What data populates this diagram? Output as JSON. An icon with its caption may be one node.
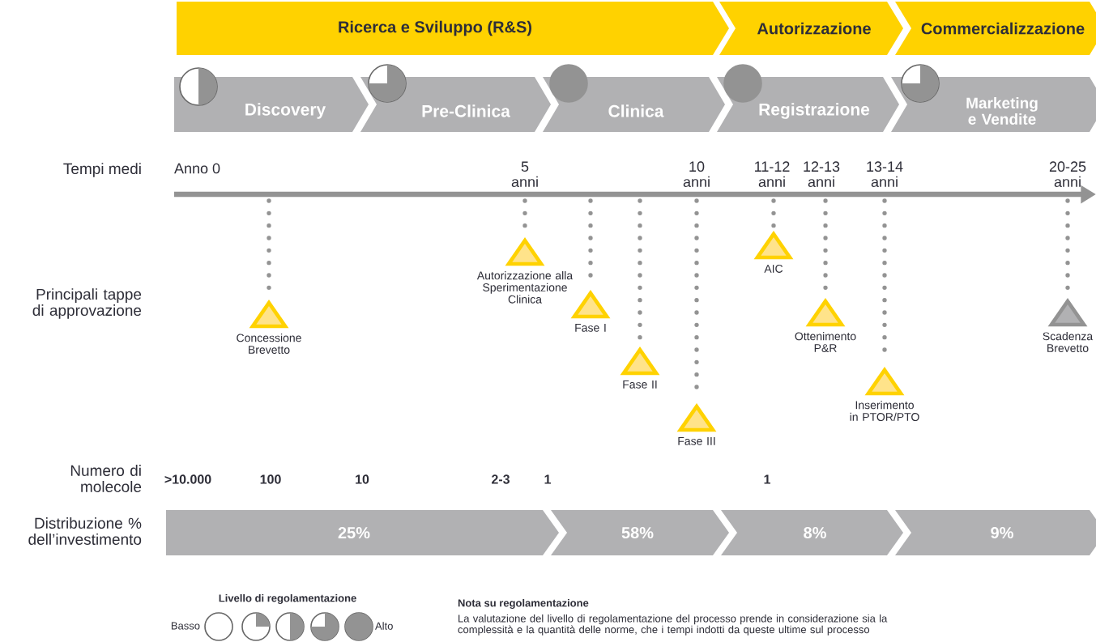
{
  "diagram": {
    "nodes": [
      {
        "text": [
          "Ricerca e Sviluppo (R&S)"
        ]
      },
      {
        "text": [
          "Autorizzazione"
        ]
      },
      {
        "text": [
          "Commercializzazione"
        ]
      },
      {
        "text": [
          "Discovery"
        ]
      },
      {
        "text": [
          "Pre-Clinica"
        ]
      },
      {
        "text": [
          "Clinica"
        ]
      },
      {
        "text": [
          "Registrazione"
        ]
      },
      {
        "text": [
          "Marketing e Vendite"
        ]
      },
      {
        "text": [
          "Concessione Brevetto"
        ]
      },
      {
        "text": [
          "Autorizzazione alla Sperimentazione Clinica"
        ]
      },
      {
        "text": [
          "Fase I"
        ]
      },
      {
        "text": [
          "Fase II"
        ]
      },
      {
        "text": [
          "Fase III"
        ]
      },
      {
        "text": [
          "AIC"
        ]
      },
      {
        "text": [
          "Ottenimento P&R"
        ]
      },
      {
        "text": [
          "Inserimento in PTOR/PTO"
        ]
      },
      {
        "text": [
          "Scadenza Brevetto"
        ]
      },
      {
        "text": [
          "25%"
        ]
      },
      {
        "text": [
          "58%"
        ]
      },
      {
        "text": [
          "8%"
        ]
      },
      {
        "text": [
          "9%"
        ]
      }
    ],
    "labels": [
      "Tempi medi",
      "Anno 0",
      "5 anni",
      "10 anni",
      "11-12 anni",
      "12-13 anni",
      "13-14 anni",
      "20-25 anni",
      "Principali tappe di approvazione",
      "Numero di molecole",
      ">10.000",
      "100",
      "10",
      "2-3",
      "1",
      "1",
      "Distribuzione % dell’investimento",
      "Livello di regolamentazione",
      "Nota su regolamentazione",
      "Basso",
      "Alto",
      "La valutazione del livello di regolamentazione del processo prende in considerazione sia la complessità e la quantità delle norme, che i tempi indotti da queste ultime sul processo"
    ]
  }
}
